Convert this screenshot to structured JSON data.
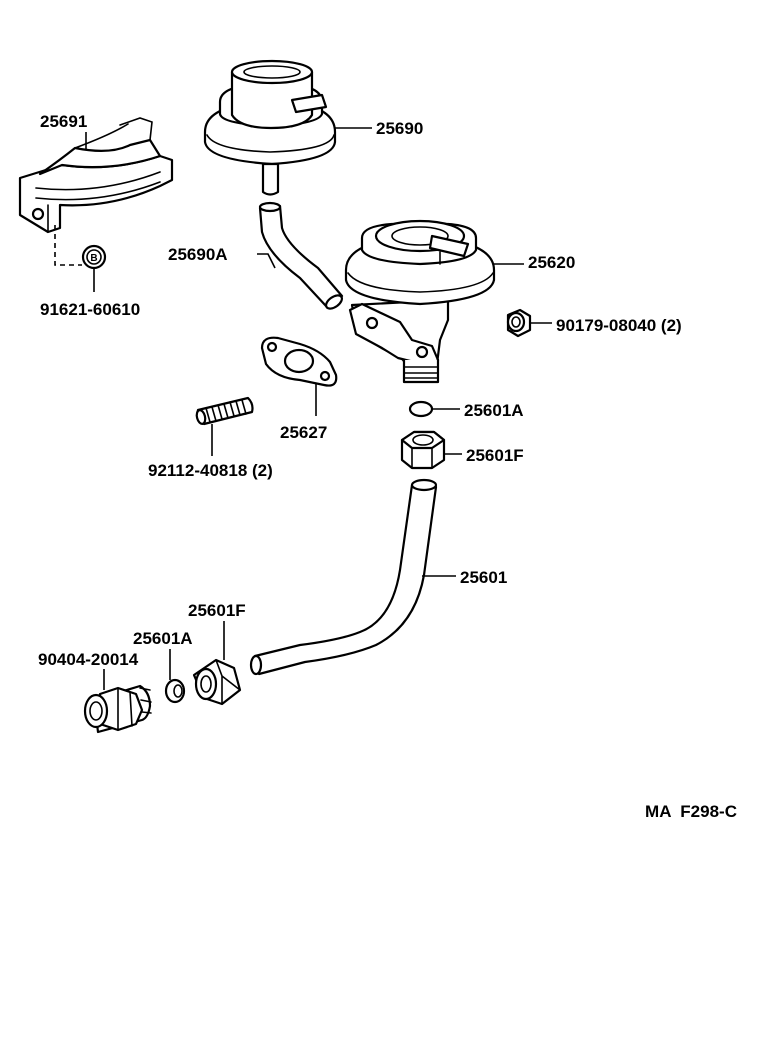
{
  "labels": {
    "egr_modulator": "25690",
    "modulator_bracket": "25691",
    "bracket_bolt": "91621-60610",
    "vacuum_hose": "25690A",
    "egr_valve": "25620",
    "valve_nut": "90179-08040 (2)",
    "gasket": "25627",
    "stud": "92112-40818 (2)",
    "gasket_upper": "25601A",
    "union_nut_upper": "25601F",
    "egr_pipe": "25601",
    "union_nut_lower": "25601F",
    "gasket_lower": "25601A",
    "union_lower": "90404-20014"
  },
  "bolt_marker": "B",
  "reference_code": "MA  F298-C"
}
